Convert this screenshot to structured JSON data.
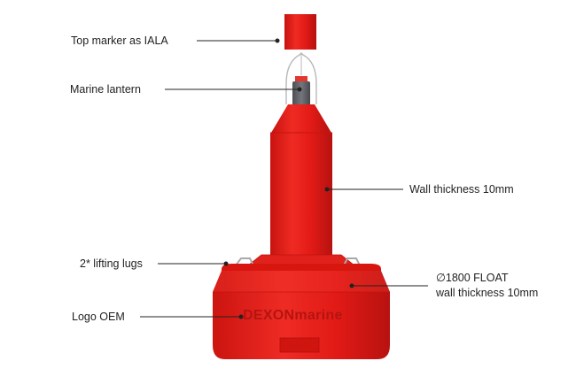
{
  "labels": {
    "top_marker": "Top marker as IALA",
    "lantern": "Marine lantern",
    "wall": "Wall thickness 10mm",
    "lugs": "2* lifting lugs",
    "float_line1": "∅1800 FLOAT",
    "float_line2": "wall thickness 10mm",
    "logo": "Logo OEM"
  },
  "logo_text": "DEXONmarine",
  "colors": {
    "buoy_red": "#e31b17",
    "buoy_dark": "#b81210",
    "buoy_light": "#f0332c",
    "lantern_grey": "#5f6066",
    "leader_line": "#222222"
  }
}
